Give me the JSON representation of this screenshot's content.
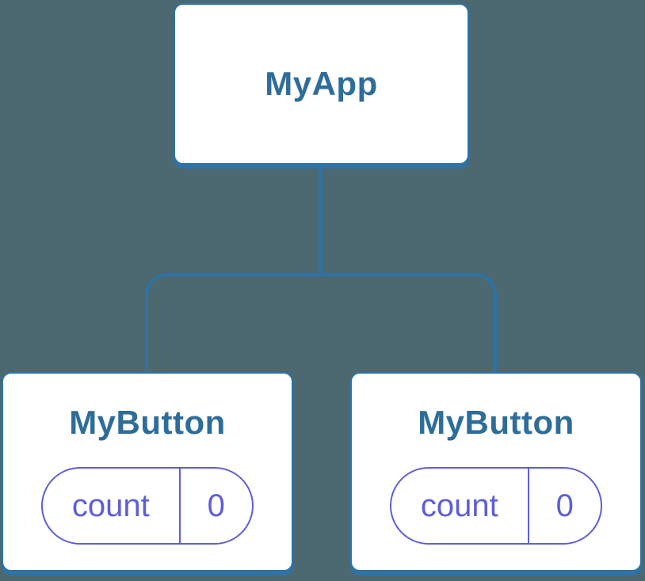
{
  "background_color": "#4C6871",
  "palette": {
    "node_background": "#FFFFFF",
    "node_border": "#2E73A6",
    "node_title_text": "#2E6D99",
    "connector_line": "#2E73A6",
    "state_accent": "#5E5ED8"
  },
  "tree": {
    "root": {
      "title": "MyApp"
    },
    "children": [
      {
        "title": "MyButton",
        "state": {
          "label": "count",
          "value": "0"
        }
      },
      {
        "title": "MyButton",
        "state": {
          "label": "count",
          "value": "0"
        }
      }
    ]
  }
}
